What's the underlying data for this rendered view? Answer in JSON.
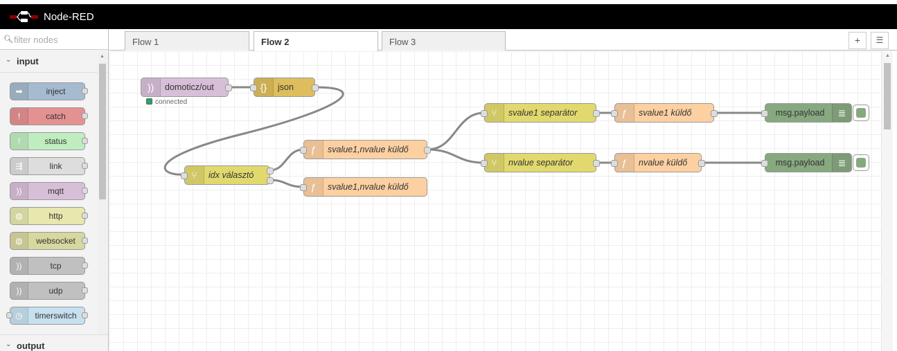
{
  "app": {
    "title": "Node-RED"
  },
  "palette": {
    "filter_placeholder": "filter nodes",
    "categories": [
      {
        "label": "input"
      },
      {
        "label": "output"
      }
    ],
    "nodes": [
      {
        "label": "inject",
        "color": "#a6bbcf",
        "icon": "arrow-right-icon",
        "glyph": "➡"
      },
      {
        "label": "catch",
        "color": "#e49191",
        "icon": "exclamation-icon",
        "glyph": "!"
      },
      {
        "label": "status",
        "color": "#c0edc0",
        "icon": "exclamation-icon",
        "glyph": "!"
      },
      {
        "label": "link",
        "color": "#dddddd",
        "icon": "link-icon",
        "glyph": "⇶"
      },
      {
        "label": "mqtt",
        "color": "#d8bfd8",
        "icon": "bridge-icon",
        "glyph": "))"
      },
      {
        "label": "http",
        "color": "#e7e7ae",
        "icon": "globe-icon",
        "glyph": "◍"
      },
      {
        "label": "websocket",
        "color": "#d7d7a0",
        "icon": "globe-icon",
        "glyph": "◍"
      },
      {
        "label": "tcp",
        "color": "#c0c0c0",
        "icon": "bridge-icon",
        "glyph": "))"
      },
      {
        "label": "udp",
        "color": "#c0c0c0",
        "icon": "bridge-icon",
        "glyph": "))"
      },
      {
        "label": "timerswitch",
        "color": "#c7e0f0",
        "icon": "timer-icon",
        "glyph": "◷"
      }
    ]
  },
  "tabs": [
    {
      "label": "Flow 1",
      "active": false
    },
    {
      "label": "Flow 2",
      "active": true
    },
    {
      "label": "Flow 3",
      "active": false
    }
  ],
  "toolbar": {
    "add_glyph": "+",
    "list_glyph": "☰"
  },
  "flow": {
    "nodes": [
      {
        "id": "domoticz",
        "label": "domoticz/out",
        "color": "#d8bfd8",
        "icon": "bridge-icon",
        "glyph": "))"
      },
      {
        "id": "json",
        "label": "json",
        "color": "#debd5c",
        "icon": "json-icon",
        "glyph": "{}"
      },
      {
        "id": "idx",
        "label": "idx választó",
        "color": "#e2d96e",
        "icon": "switch-icon",
        "glyph": "⑂"
      },
      {
        "id": "f1",
        "label": "svalue1,nvalue küldő",
        "color": "#fdd0a2",
        "icon": "function-icon",
        "glyph": "ƒ"
      },
      {
        "id": "f2",
        "label": "svalue1,nvalue küldő",
        "color": "#fdd0a2",
        "icon": "function-icon",
        "glyph": "ƒ"
      },
      {
        "id": "sep1",
        "label": "svalue1 separátor",
        "color": "#e2d96e",
        "icon": "switch-icon",
        "glyph": "⑂"
      },
      {
        "id": "sep2",
        "label": "nvalue separátor",
        "color": "#e2d96e",
        "icon": "switch-icon",
        "glyph": "⑂"
      },
      {
        "id": "k1",
        "label": "svalue1 küldő",
        "color": "#fdd0a2",
        "icon": "function-icon",
        "glyph": "ƒ"
      },
      {
        "id": "k2",
        "label": "nvalue küldő",
        "color": "#fdd0a2",
        "icon": "function-icon",
        "glyph": "ƒ"
      },
      {
        "id": "d1",
        "label": "msg.payload",
        "color": "#87a980",
        "icon": "debug-icon",
        "glyph": "≣"
      },
      {
        "id": "d2",
        "label": "msg.payload",
        "color": "#87a980",
        "icon": "debug-icon",
        "glyph": "≣"
      }
    ],
    "status": {
      "text": "connected",
      "color": "#3c9a6e"
    }
  }
}
